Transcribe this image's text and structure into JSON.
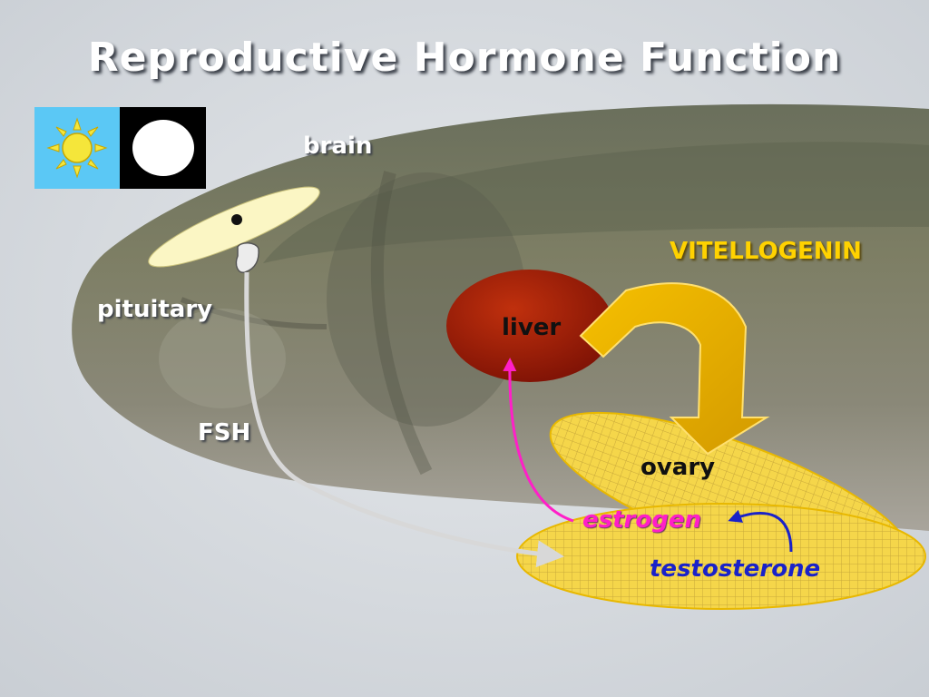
{
  "title": "Reproductive Hormone Function",
  "labels": {
    "brain": "brain",
    "pituitary": "pituitary",
    "fsh": "FSH",
    "liver": "liver",
    "vitellogenin": "VITELLOGENIN",
    "ovary": "ovary",
    "estrogen": "estrogen",
    "testosterone": "testosterone"
  },
  "photoperiod_icons": [
    "sun-icon",
    "moon-icon"
  ],
  "colors": {
    "title": "#ffffff",
    "vitellogenin": "#ffd200",
    "estrogen": "#ff1fc8",
    "testosterone": "#1a22c8",
    "liver": "#9a1a08",
    "ovary": "#f5d64a",
    "fsh_arrow": "#d8d8d8",
    "day_panel": "#5bc8f5",
    "night_panel": "#000000"
  }
}
